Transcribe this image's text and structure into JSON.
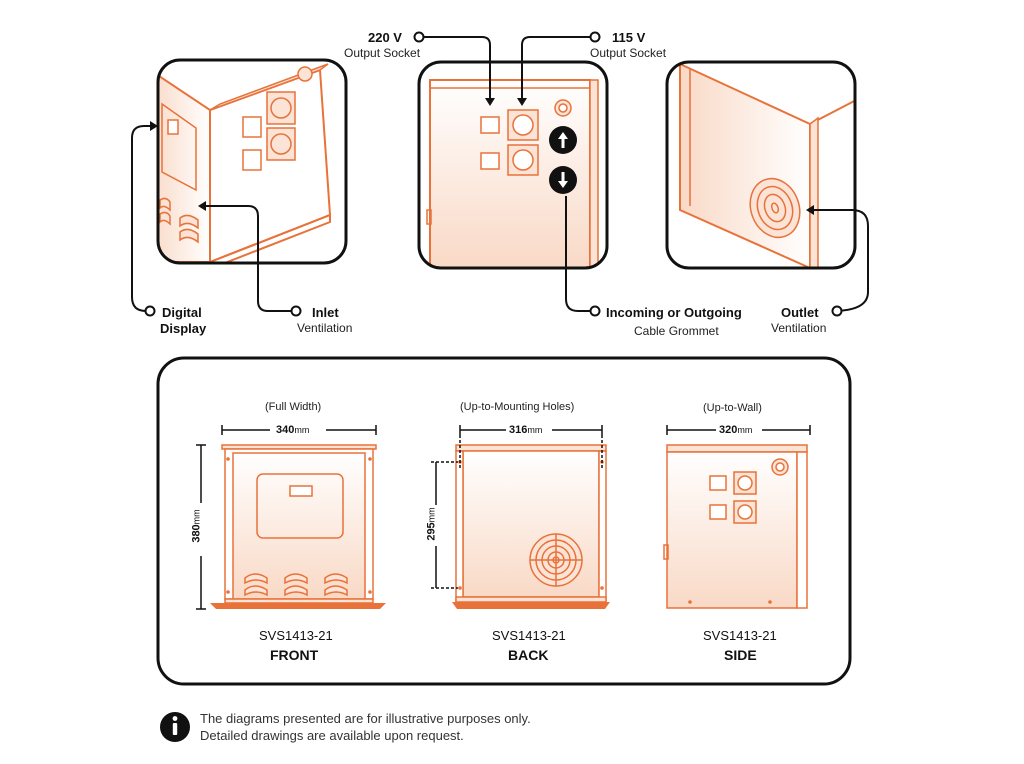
{
  "callouts": {
    "output_220": {
      "value": "220 V",
      "desc": "Output Socket"
    },
    "output_115": {
      "value": "115 V",
      "desc": "Output Socket"
    },
    "digital_display": {
      "line1": "Digital",
      "line2": "Display"
    },
    "inlet": {
      "title": "Inlet",
      "desc": "Ventilation"
    },
    "grommet": {
      "title": "Incoming or Outgoing",
      "desc": "Cable Grommet"
    },
    "outlet": {
      "title": "Outlet",
      "desc": "Ventilation"
    }
  },
  "dimensions": {
    "front": {
      "caption": "(Full Width)",
      "width_value": "340",
      "height_value": "380",
      "unit": "mm",
      "model": "SVS1413-21",
      "view": "FRONT"
    },
    "back": {
      "caption": "(Up-to-Mounting Holes)",
      "width_value": "316",
      "height_value": "295",
      "unit": "mm",
      "model": "SVS1413-21",
      "view": "BACK"
    },
    "side": {
      "caption": "(Up-to-Wall)",
      "width_value": "320",
      "unit": "mm",
      "model": "SVS1413-21",
      "view": "SIDE"
    }
  },
  "note": {
    "line1": "The diagrams presented are for illustrative purposes only.",
    "line2": "Detailed drawings are available upon request."
  },
  "colors": {
    "accent": "#e8723a",
    "fill": "#fbe3d6",
    "ink": "#111111"
  }
}
